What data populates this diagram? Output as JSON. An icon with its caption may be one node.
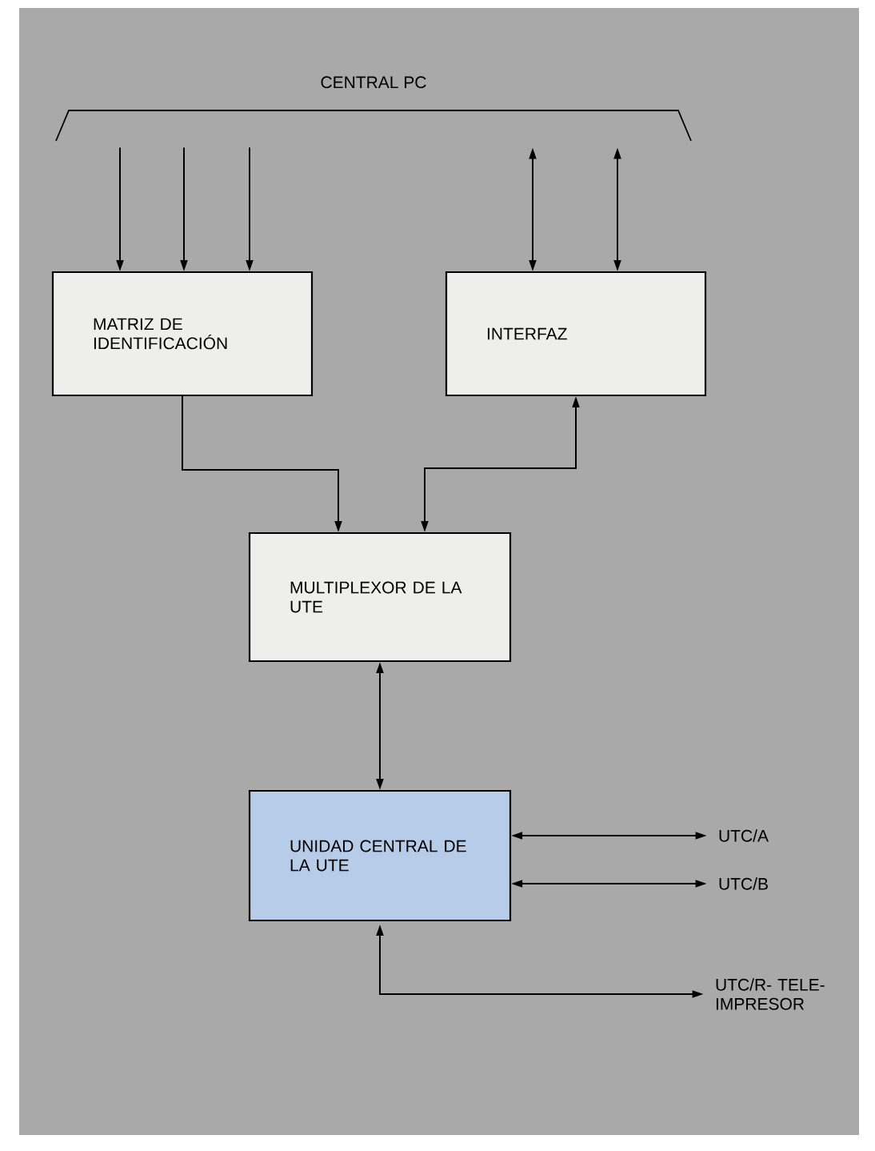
{
  "diagram": {
    "nodes": [
      {
        "text": [
          "CENTRAL PC"
        ]
      },
      {
        "text": [
          "MATRIZ DE IDENTIFICACIÓN"
        ]
      },
      {
        "text": [
          "INTERFAZ"
        ]
      },
      {
        "text": [
          "MULTIPLEXOR DE LA UTE"
        ]
      },
      {
        "text": [
          "UNIDAD CENTRAL DE LA UTE"
        ]
      },
      {
        "text": [
          "UTC/A"
        ]
      },
      {
        "text": [
          "UTC/B"
        ]
      },
      {
        "text": [
          "UTC/R- TELE- IMPRESOR"
        ]
      }
    ],
    "edges": [
      {
        "from": 0,
        "to": 1,
        "arrow": "to"
      },
      {
        "from": 0,
        "to": 1,
        "arrow": "to"
      },
      {
        "from": 0,
        "to": 1,
        "arrow": "to"
      },
      {
        "from": 0,
        "to": 2,
        "arrow": "both"
      },
      {
        "from": 0,
        "to": 2,
        "arrow": "both"
      },
      {
        "from": 1,
        "to": 3,
        "arrow": "to"
      },
      {
        "from": 3,
        "to": 2,
        "arrow": "both"
      },
      {
        "from": 3,
        "to": 4,
        "arrow": "both"
      },
      {
        "from": 4,
        "to": 5,
        "arrow": "both"
      },
      {
        "from": 4,
        "to": 6,
        "arrow": "both"
      },
      {
        "from": 4,
        "to": 7,
        "arrow": "both"
      }
    ]
  }
}
